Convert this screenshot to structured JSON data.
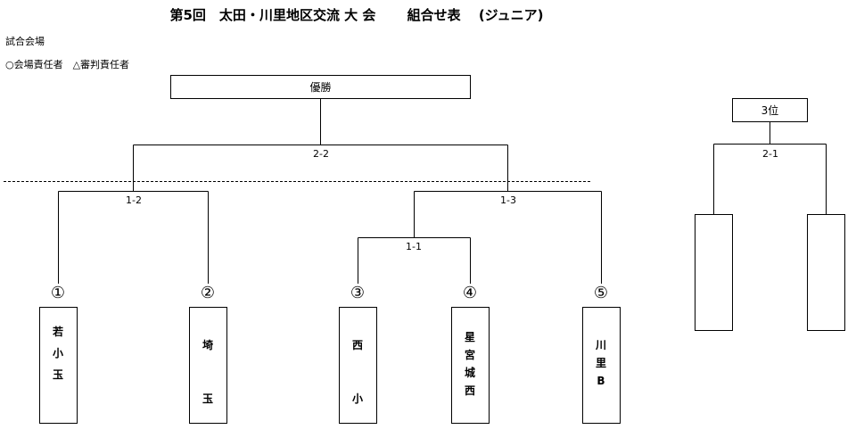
{
  "header": {
    "title": "第5回　太田・川里地区交流 大 会　　 組合せ表　 (ジュニア)",
    "venue_label": "試合会場",
    "officials_label": "○会場責任者　△審判責任者"
  },
  "bracket": {
    "champion_label": "優勝",
    "final_label": "2-2",
    "semi_left_label": "1-2",
    "semi_right_label": "1-3",
    "first_round_label": "1-1",
    "teams": [
      {
        "seed": "①",
        "name_lines": [
          "若",
          "小",
          "玉"
        ]
      },
      {
        "seed": "②",
        "name_lines": [
          "埼",
          "",
          "玉"
        ]
      },
      {
        "seed": "③",
        "name_lines": [
          "西",
          "",
          "小"
        ]
      },
      {
        "seed": "④",
        "name_lines": [
          "星",
          "宮",
          "城",
          "西"
        ]
      },
      {
        "seed": "⑤",
        "name_lines": [
          "川",
          "里",
          "B"
        ]
      }
    ]
  },
  "third_place": {
    "label": "3位",
    "match_label": "2-1"
  }
}
